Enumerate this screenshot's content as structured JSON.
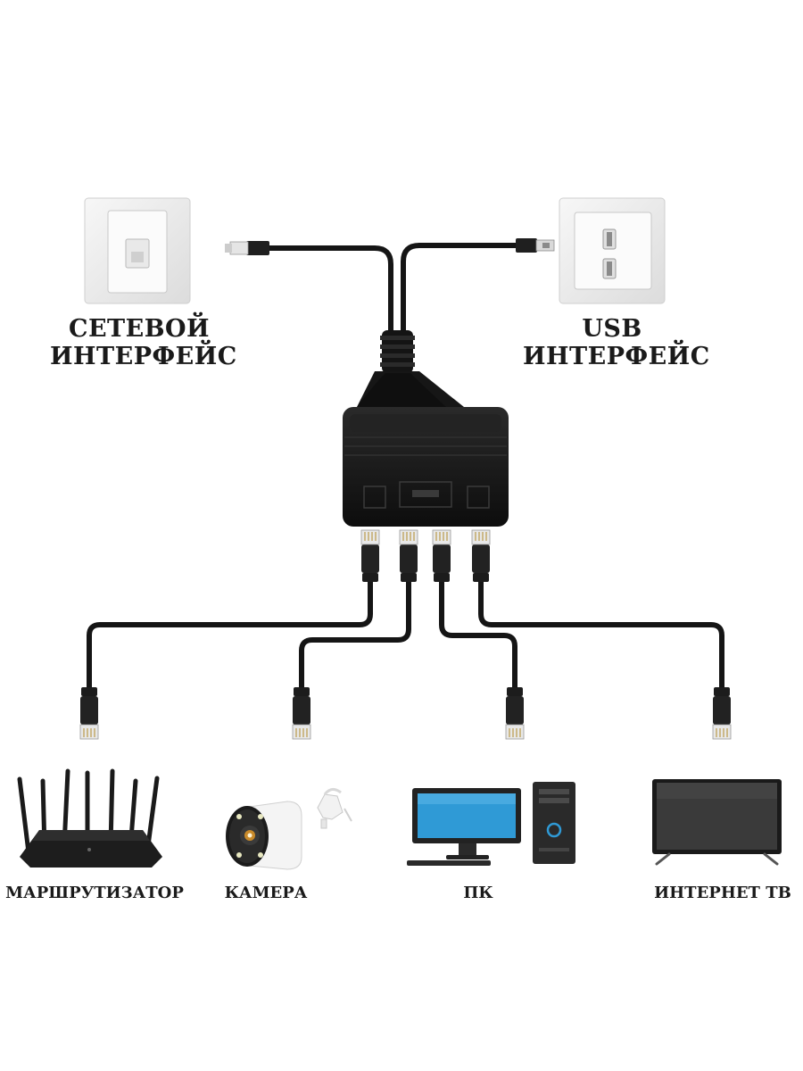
{
  "labels": {
    "network_interface": [
      "СЕТЕВОЙ",
      "ИНТЕРФЕЙС"
    ],
    "usb_interface": [
      "USB",
      "ИНТЕРФЕЙС"
    ],
    "router": "МАРШРУТИЗАТОР",
    "camera": "КАМЕРА",
    "pc": "ПК",
    "internet_tv": "ИНТЕРНЕТ ТВ"
  },
  "icons": {
    "network_socket": "ethernet-wall-socket-icon",
    "usb_socket": "usb-wall-socket-icon",
    "splitter": "network-splitter-box-icon",
    "router": "wifi-router-icon",
    "camera": "security-camera-icon",
    "pc": "desktop-computer-icon",
    "tv": "television-icon"
  }
}
